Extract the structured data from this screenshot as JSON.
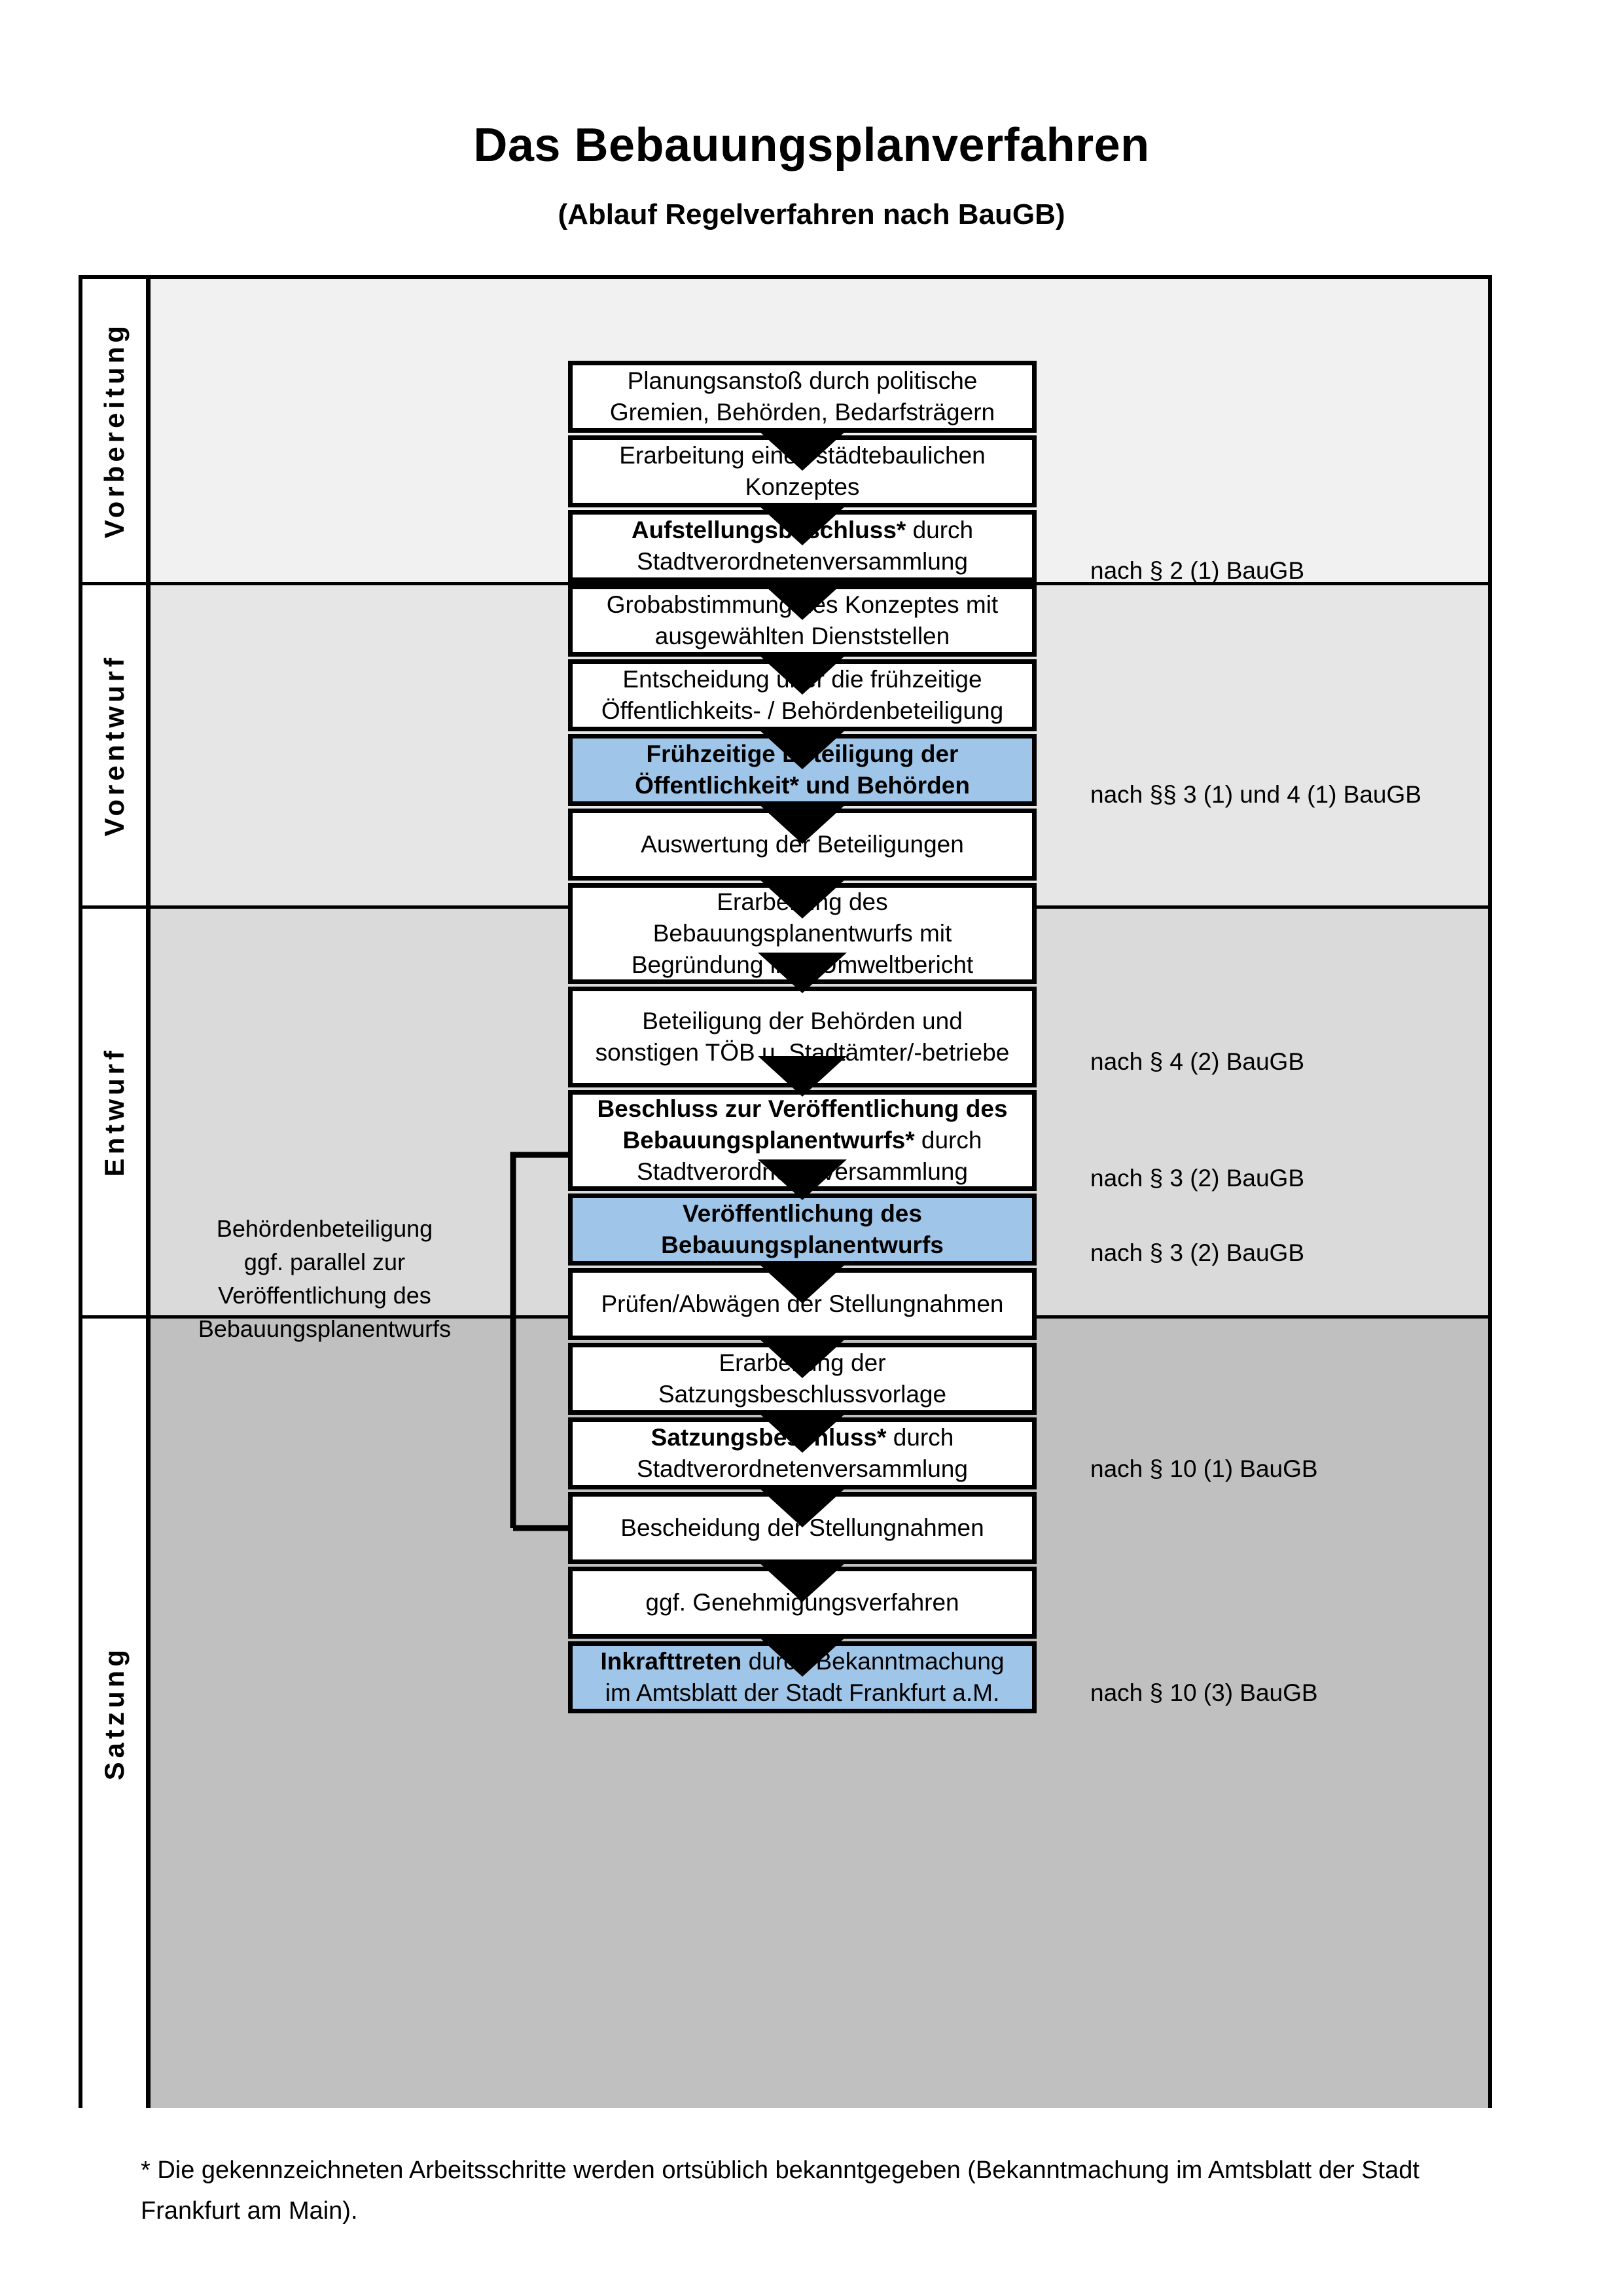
{
  "header": {
    "title": "Das Bebauungsplanverfahren",
    "subtitle": "(Ablauf Regelverfahren nach BauGB)"
  },
  "phases": [
    {
      "id": "vorbereitung",
      "label": "Vorbereitung",
      "background": "#f1f1f1"
    },
    {
      "id": "vorentwurf",
      "label": "Vorentwurf",
      "background": "#e6e6e6"
    },
    {
      "id": "entwurf",
      "label": "Entwurf",
      "background": "#dadada"
    },
    {
      "id": "satzung",
      "label": "Satzung",
      "background": "#c0c0c0"
    }
  ],
  "steps": [
    {
      "id": "planungsanstoss",
      "line1": "Planungsanstoß durch politische",
      "line2": "Gremien, Behörden, Bedarfsträgern",
      "highlight": false,
      "bold": "none"
    },
    {
      "id": "staedtebau-konzept",
      "line1": "Erarbeitung eines städtebaulichen",
      "line2": "Konzeptes",
      "highlight": false,
      "bold": "none"
    },
    {
      "id": "aufstellungsbeschluss",
      "line1": "Aufstellungsbeschluss* durch",
      "line2": "Stadtverordnetenversammlung",
      "highlight": false,
      "bold": "first-partial",
      "bold_text": "Aufstellungsbeschluss*",
      "rest_text": " durch"
    },
    {
      "id": "grobabstimmung",
      "line1": "Grobabstimmung des Konzeptes mit",
      "line2": "ausgewählten Dienststellen",
      "highlight": false,
      "bold": "none"
    },
    {
      "id": "entscheidung-fruehzeitig",
      "line1": "Entscheidung über die frühzeitige",
      "line2": "Öffentlichkeits- / Behördenbeteiligung",
      "highlight": false,
      "bold": "none"
    },
    {
      "id": "fruehzeitige-beteiligung",
      "line1": "Frühzeitige Beteiligung der",
      "line2": "Öffentlichkeit* und Behörden",
      "highlight": true,
      "bold": "all"
    },
    {
      "id": "auswertung",
      "line1": "Auswertung der Beteiligungen",
      "line2": "",
      "highlight": false,
      "bold": "none"
    },
    {
      "id": "erarbeitung-entwurf",
      "line1": "Erarbeitung des",
      "line2": "Bebauungsplanentwurfs mit",
      "line3": "Begründung inkl. Umweltbericht",
      "highlight": false,
      "bold": "none"
    },
    {
      "id": "beteiligung-behoerden",
      "line1": "Beteiligung der Behörden und",
      "line2": "sonstigen TÖB u. Stadtämter/-betriebe",
      "highlight": false,
      "bold": "none"
    },
    {
      "id": "beschluss-veroeff",
      "line1": "Beschluss zur Veröffentlichung des",
      "line2": "Bebauungsplanentwurfs* durch",
      "line3": "Stadtverordnetenversammlung",
      "highlight": false,
      "bold": "first-two-partial",
      "bold_text": "Beschluss zur Veröffentlichung des Bebauungsplanentwurfs*",
      "rest_text": " durch"
    },
    {
      "id": "veroeffentlichung",
      "line1": "Veröffentlichung des",
      "line2": "Bebauungsplanentwurfs",
      "highlight": true,
      "bold": "all"
    },
    {
      "id": "pruefen-abwaegen",
      "line1": "Prüfen/Abwägen der Stellungnahmen",
      "line2": "",
      "highlight": false,
      "bold": "none"
    },
    {
      "id": "satzungsbeschlussvorlage",
      "line1": "Erarbeitung der",
      "line2": "Satzungsbeschlussvorlage",
      "highlight": false,
      "bold": "none"
    },
    {
      "id": "satzungsbeschluss",
      "line1": "Satzungsbeschluss* durch",
      "line2": "Stadtverordnetenversammlung",
      "highlight": false,
      "bold": "first-partial",
      "bold_text": "Satzungsbeschluss*",
      "rest_text": " durch"
    },
    {
      "id": "bescheidung",
      "line1": "Bescheidung der Stellungnahmen",
      "line2": "",
      "highlight": false,
      "bold": "none"
    },
    {
      "id": "genehmigungsverfahren",
      "line1": "ggf. Genehmigungsverfahren",
      "line2": "",
      "highlight": false,
      "bold": "none"
    },
    {
      "id": "inkrafttreten",
      "line1": "Inkrafttreten durch Bekanntmachung",
      "line2": "im Amtsblatt der Stadt Frankfurt a.M.",
      "highlight": true,
      "bold": "first-partial",
      "bold_text": "Inkrafttreten",
      "rest_text": " durch Bekanntmachung"
    }
  ],
  "statute_notes": [
    {
      "id": "note-par2-1",
      "text": "nach § 2 (1) BauGB"
    },
    {
      "id": "note-par3-4-1",
      "text": "nach §§ 3 (1) und 4 (1) BauGB"
    },
    {
      "id": "note-par4-2",
      "text": "nach § 4 (2) BauGB"
    },
    {
      "id": "note-par3-2a",
      "text": "nach § 3 (2) BauGB"
    },
    {
      "id": "note-par3-2b",
      "text": "nach § 3 (2) BauGB"
    },
    {
      "id": "note-par10-1",
      "text": "nach § 10 (1) BauGB"
    },
    {
      "id": "note-par10-3",
      "text": "nach § 10 (3) BauGB"
    }
  ],
  "parallel_note": {
    "line1": "Behördenbeteiligung",
    "line2": "ggf. parallel zur",
    "line3": "Veröffentlichung des",
    "line4": "Bebauungsplanentwurfs"
  },
  "footnote": {
    "text": "* Die gekennzeichneten Arbeitsschritte werden ortsüblich bekanntgegeben (Bekanntmachung im Amtsblatt  der Stadt Frankfurt am Main)."
  },
  "colors": {
    "highlight_fill": "#9fc5e8",
    "stroke": "#000000",
    "box_fill": "#ffffff"
  }
}
